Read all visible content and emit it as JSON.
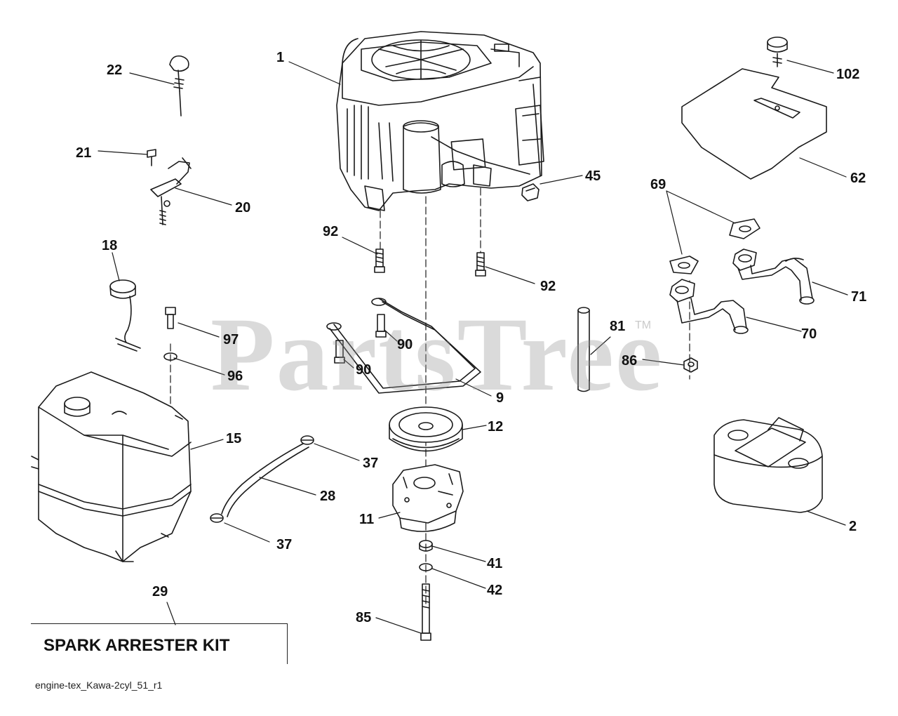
{
  "watermark": {
    "brand": "PartsTree",
    "tm": "TM"
  },
  "callouts": {
    "c1": "1",
    "c2": "2",
    "c9": "9",
    "c11": "11",
    "c12": "12",
    "c15": "15",
    "c18": "18",
    "c20": "20",
    "c21": "21",
    "c22": "22",
    "c28": "28",
    "c29": "29",
    "c37a": "37",
    "c37b": "37",
    "c41": "41",
    "c42": "42",
    "c45": "45",
    "c62": "62",
    "c69": "69",
    "c70": "70",
    "c71": "71",
    "c81": "81",
    "c85": "85",
    "c86": "86",
    "c90a": "90",
    "c90b": "90",
    "c92a": "92",
    "c92b": "92",
    "c96": "96",
    "c97": "97",
    "c102": "102"
  },
  "kit": {
    "label": "SPARK ARRESTER KIT"
  },
  "footer": {
    "file_name": "engine-tex_Kawa-2cyl_51_r1"
  }
}
